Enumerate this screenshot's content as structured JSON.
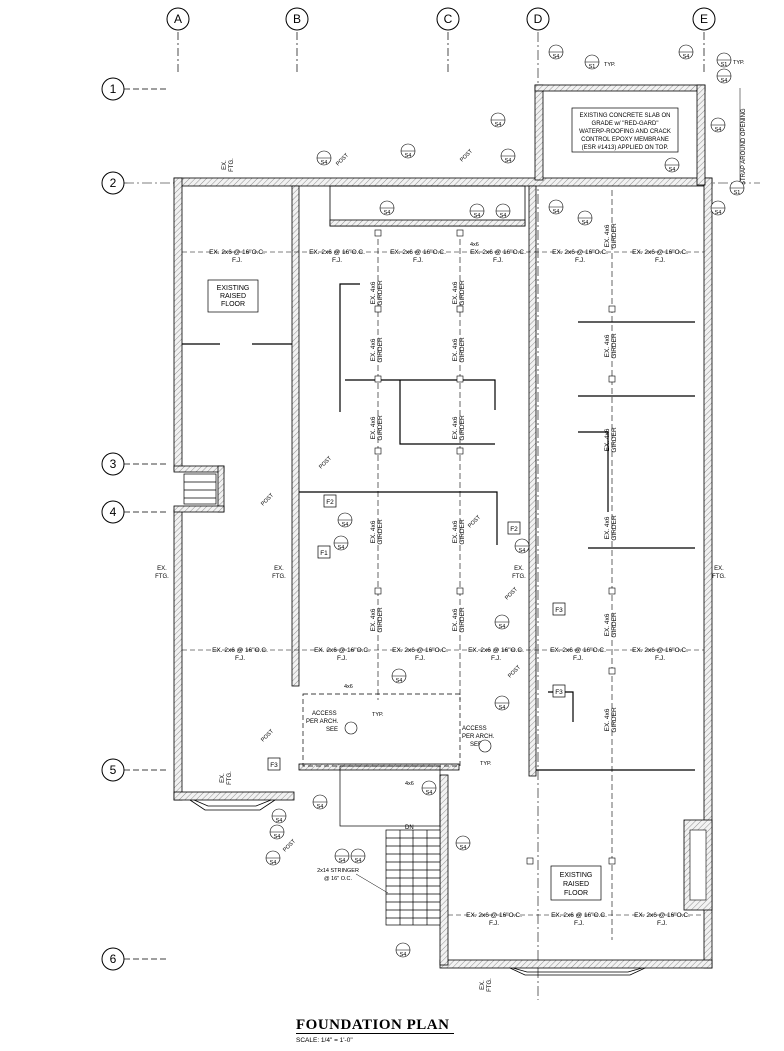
{
  "drawing": {
    "title": "FOUNDATION PLAN",
    "scale": "SCALE: 1/4\" = 1'-0\""
  },
  "grid": {
    "columns": [
      "A",
      "B",
      "C",
      "D",
      "E"
    ],
    "rows": [
      "1",
      "2",
      "3",
      "4",
      "5",
      "6"
    ]
  },
  "labels": {
    "ex_ftg": [
      "EX.",
      "FTG."
    ],
    "fj_label": "EX. 2x6 @ 16\"O.C.",
    "fj_sub": "F.J.",
    "girder": [
      "EX. 4x6",
      "GIRDER"
    ],
    "existing_floor": [
      "EXISTING",
      "RAISED",
      "FLOOR"
    ],
    "slab_note": [
      "EXISTING CONCRETE SLAB ON",
      "GRADE w/ \"RED-GARD\"",
      "WATERP-ROOFING AND CRACK",
      "CONTROL EPOXY MEMBRANE",
      "(ESR #1413) APPLIED ON TOP."
    ],
    "strap": "STRAP AROUND OPENING",
    "access": [
      "ACCESS",
      "PER ARCH.",
      "SEE"
    ],
    "stringer": [
      "2x14 STRINGER",
      "@ 16\" O.C."
    ],
    "post": "POST",
    "typ": "TYP.",
    "dn": "DN",
    "f1": "F1",
    "f2": "F2",
    "f3": "F3",
    "sheet": "S4",
    "sheet_s1": "S1",
    "board_4x6": "4x6"
  }
}
